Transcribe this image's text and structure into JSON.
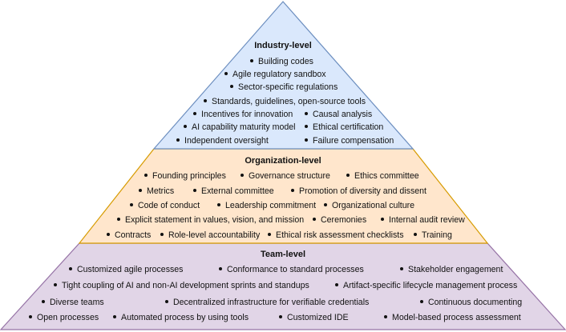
{
  "colors": {
    "industry_fill": "#dae8fc",
    "industry_stroke": "#6c8ebf",
    "organization_fill": "#ffe6cc",
    "organization_stroke": "#d79b00",
    "team_fill": "#e1d5e7",
    "team_stroke": "#9673a6"
  },
  "industry": {
    "title": "Industry-level",
    "items": [
      "Building codes",
      "Agile regulatory sandbox",
      "Sector-specific regulations",
      "Standards, guidelines, open-source tools",
      "Incentives for innovation",
      "Causal analysis",
      "AI capability maturity model",
      "Ethical certification",
      "Independent oversight",
      "Failure compensation"
    ]
  },
  "organization": {
    "title": "Organization-level",
    "items": [
      "Founding principles",
      "Governance structure",
      "Ethics committee",
      "Metrics",
      "External committee",
      "Promotion of diversity and dissent",
      "Code of conduct",
      "Leadership commitment",
      "Organizational culture",
      "Explicit statement in values, vision, and mission",
      "Ceremonies",
      "Internal audit review",
      "Contracts",
      "Role-level accountability",
      "Ethical risk assessment checklists",
      "Training"
    ]
  },
  "team": {
    "title": "Team-level",
    "items": [
      "Customized agile processes",
      "Conformance to standard processes",
      "Stakeholder engagement",
      "Tight coupling of AI and non-AI development sprints and standups",
      "Artifact-specific lifecycle management process",
      "Diverse teams",
      "Decentralized infrastructure for verifiable credentials",
      "Continuous documenting",
      "Open processes",
      "Automated process by using tools",
      "Customized IDE",
      "Model-based process assessment"
    ]
  }
}
